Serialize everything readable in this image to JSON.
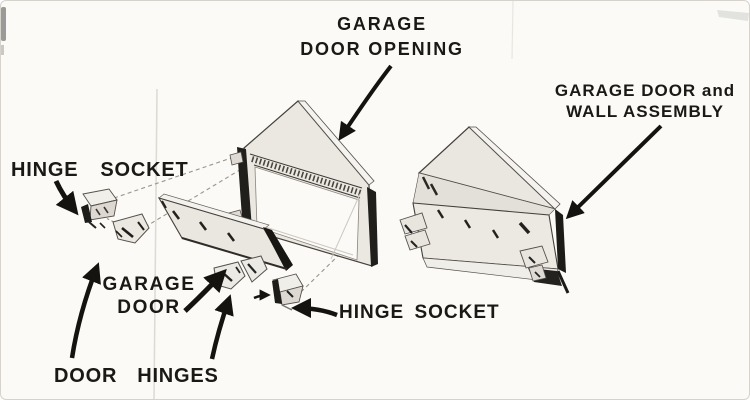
{
  "figure": {
    "kind": "exploded-assembly-diagram",
    "subject": "Garage door opening, garage door, hinges and sockets, and assembled garage door and wall",
    "colors": {
      "ink": "#1b1916",
      "paper": "#fbfaf7",
      "part_fill": "#ebe8e2",
      "part_shade": "#ddd9d2",
      "dark_edge": "#1e1c19",
      "dashed_guide": "#9a958d"
    },
    "labels": {
      "garage_door_opening": {
        "line1": "GARAGE",
        "line2": "DOOR OPENING"
      },
      "garage_door_and_wall_assembly": {
        "line1": "GARAGE DOOR and",
        "line2": "WALL ASSEMBLY"
      },
      "hinge_socket_left": {
        "word1": "HINGE",
        "word2": "SOCKET"
      },
      "garage_door": {
        "line1": "GARAGE",
        "line2": "DOOR"
      },
      "door_hinges": {
        "word1": "DOOR",
        "word2": "HINGES"
      },
      "hinge_socket_center": {
        "text": "HINGE SOCKET"
      }
    }
  }
}
